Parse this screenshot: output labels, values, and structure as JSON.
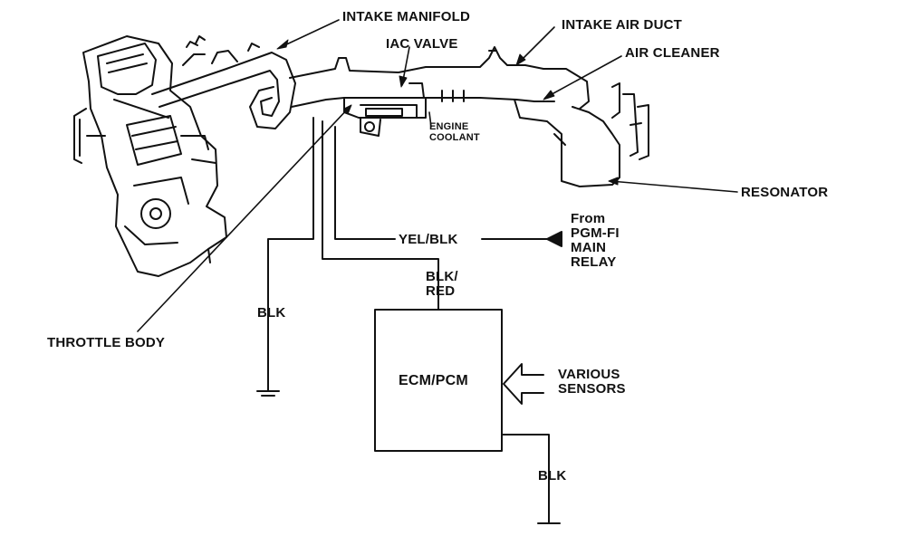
{
  "labels": {
    "intake_manifold": "INTAKE MANIFOLD",
    "intake_air_duct": "INTAKE AIR DUCT",
    "iac_valve": "IAC VALVE",
    "air_cleaner": "AIR CLEANER",
    "engine_coolant": [
      "ENGINE",
      "COOLANT"
    ],
    "resonator": "RESONATOR",
    "yel_blk": "YEL/BLK",
    "from_relay": [
      "From",
      "PGM-FI",
      "MAIN",
      "RELAY"
    ],
    "blk_red": [
      "BLK/",
      "RED"
    ],
    "blk_left": "BLK",
    "throttle_body": "THROTTLE BODY",
    "ecm": "ECM/PCM",
    "various_sensors": [
      "VARIOUS",
      "SENSORS"
    ],
    "blk_bottom": "BLK"
  },
  "colors": {
    "ink": "#111111",
    "paper": "#ffffff"
  }
}
